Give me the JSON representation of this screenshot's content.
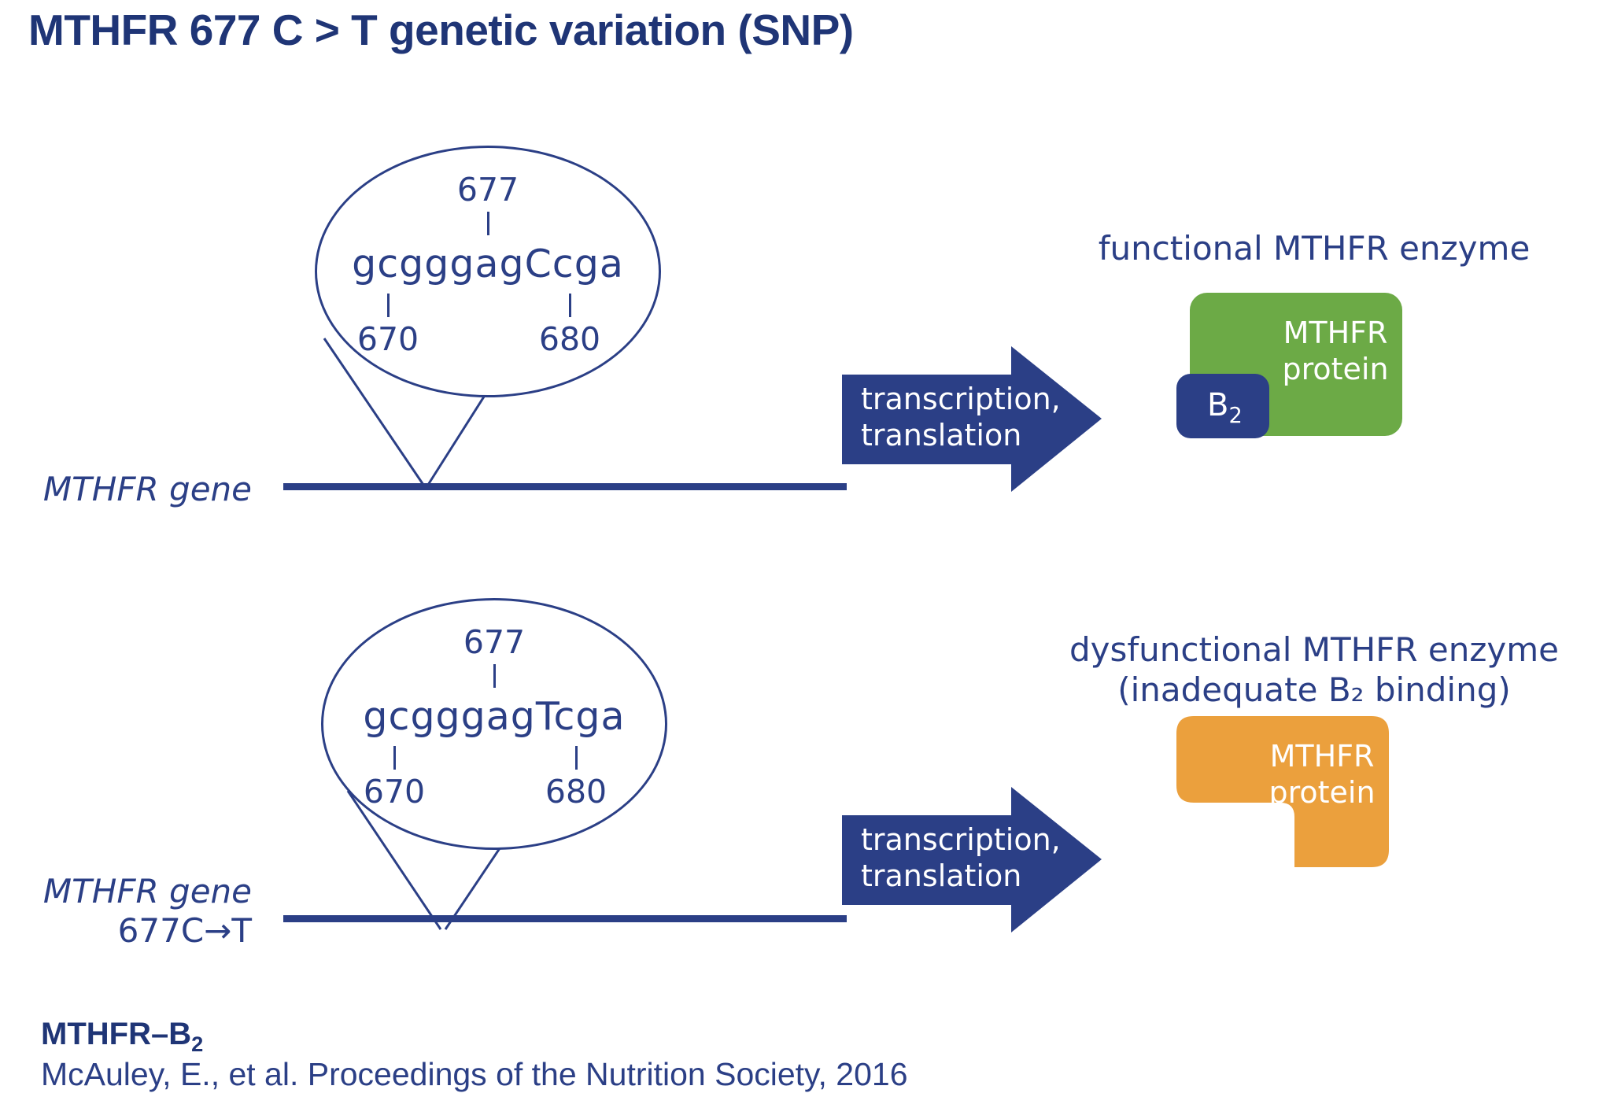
{
  "title": "MTHFR 677 C > T genetic variation (SNP)",
  "colors": {
    "navy_title": "#1F3576",
    "navy_line": "#2B3F86",
    "green_protein": "#6CAA46",
    "orange_protein": "#EBA03D",
    "white_text": "#FFFFFF",
    "background": "#FFFFFF"
  },
  "rows": [
    {
      "id": "wildtype",
      "bubble": {
        "sequence": "gcgggagCcga",
        "snp_position_label": "677",
        "left_tick_label": "670",
        "right_tick_label": "680"
      },
      "gene": {
        "label_line1": "MTHFR gene",
        "label_line2": ""
      },
      "arrow": {
        "label_line1": "transcription,",
        "label_line2": "translation"
      },
      "enzyme": {
        "caption_line1": "functional MTHFR enzyme",
        "caption_line2": "",
        "protein_label_line1": "MTHFR",
        "protein_label_line2": "protein",
        "cofactor_label": "B",
        "cofactor_sub": "2"
      }
    },
    {
      "id": "variant",
      "bubble": {
        "sequence": "gcgggagTcga",
        "snp_position_label": "677",
        "left_tick_label": "670",
        "right_tick_label": "680"
      },
      "gene": {
        "label_line1": "MTHFR gene",
        "label_line2": "677C→T"
      },
      "arrow": {
        "label_line1": "transcription,",
        "label_line2": "translation"
      },
      "enzyme": {
        "caption_line1": "dysfunctional MTHFR enzyme",
        "caption_line2": "(inadequate B₂ binding)",
        "protein_label_line1": "MTHFR",
        "protein_label_line2": "protein",
        "cofactor_label": "",
        "cofactor_sub": ""
      }
    }
  ],
  "footer": {
    "heading_main": "MTHFR–B",
    "heading_sub": "2",
    "citation": "McAuley, E., et al. Proceedings of the Nutrition Society, 2016"
  }
}
